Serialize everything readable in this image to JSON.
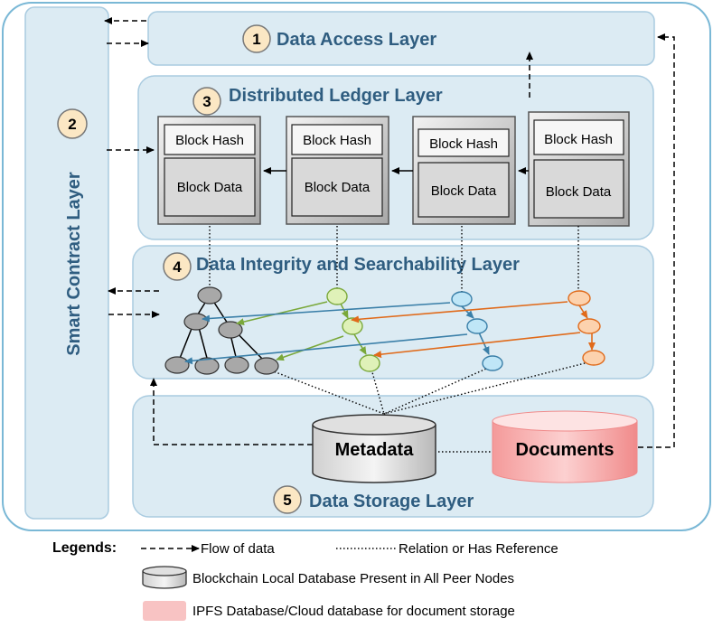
{
  "layers": {
    "access": {
      "number": "1",
      "title": "Data Access Layer"
    },
    "smart": {
      "number": "2",
      "title": "Smart Contract Layer"
    },
    "ledger": {
      "number": "3",
      "title": "Distributed Ledger Layer"
    },
    "integrity": {
      "number": "4",
      "title": "Data Integrity and Searchability Layer"
    },
    "storage": {
      "number": "5",
      "title": "Data Storage Layer"
    }
  },
  "blocks": [
    {
      "hash": "Block Hash",
      "data": "Block Data"
    },
    {
      "hash": "Block Hash",
      "data": "Block Data"
    },
    {
      "hash": "Block Hash",
      "data": "Block Data"
    },
    {
      "hash": "Block Hash",
      "data": "Block Data"
    }
  ],
  "databases": {
    "metadata": "Metadata",
    "documents": "Documents"
  },
  "legend": {
    "heading": "Legends:",
    "flow": "Flow of data",
    "relation": "Relation or Has Reference",
    "blockchain_db": "Blockchain Local Database Present in All Peer Nodes",
    "ipfs_db": "IPFS Database/Cloud database for document storage"
  },
  "colors": {
    "layer_fill": "#dcebf3",
    "layer_stroke": "#a9cbe0",
    "title": "#2f5d80",
    "green": "#8cbf3f",
    "blue": "#3f8fbf",
    "orange": "#e8772a",
    "documents": "#f5a3a3"
  }
}
